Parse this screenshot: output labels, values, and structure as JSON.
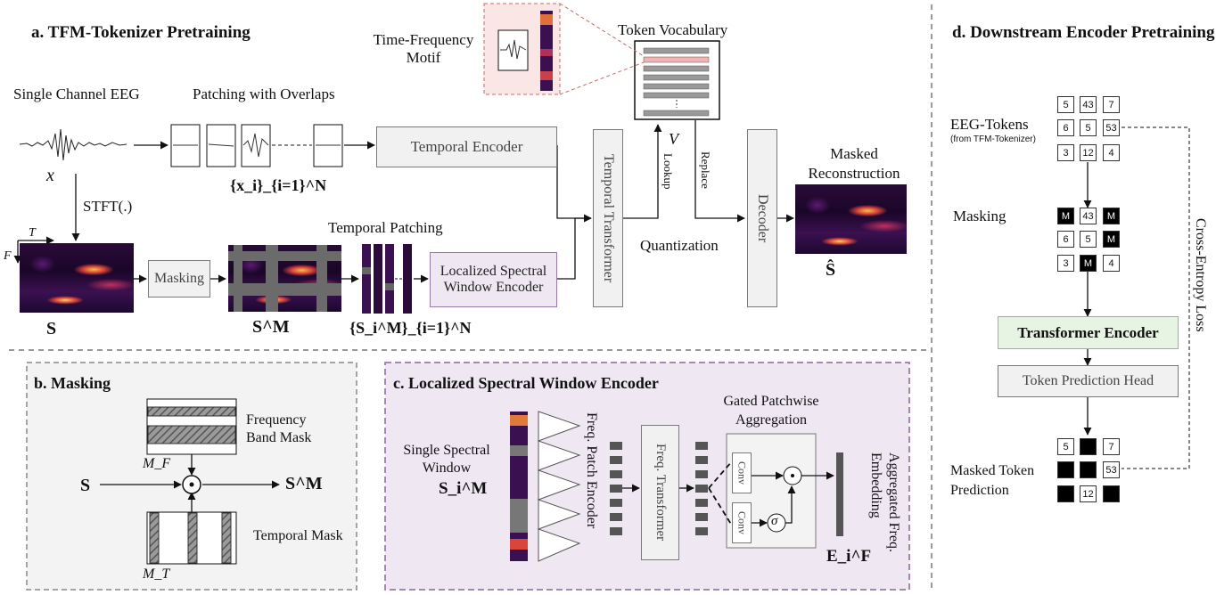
{
  "panel_a": {
    "title": "a. TFM-Tokenizer Pretraining",
    "single_channel_eeg": "Single Channel EEG",
    "patching": "Patching with Overlaps",
    "x_label": "x",
    "xi_label": "{x_i}_{i=1}^N",
    "stft": "STFT(.)",
    "t_axis": "T",
    "f_axis": "F",
    "s_label": "S",
    "masking_box": "Masking",
    "sm_label": "S^M",
    "temporal_patching": "Temporal Patching",
    "smi_label": "{S_i^M}_{i=1}^N",
    "lswe_box": "Localized Spectral Window Encoder",
    "temporal_encoder": "Temporal Encoder",
    "temporal_transformer": "Temporal Transformer",
    "tf_motif": "Time-Frequency Motif",
    "token_vocab": "Token Vocabulary",
    "v_label": "V",
    "lookup": "Lookup",
    "replace": "Replace",
    "quantization": "Quantization",
    "decoder": "Decoder",
    "masked_recon": "Masked Reconstruction",
    "shat_label": "Ŝ"
  },
  "panel_b": {
    "title": "b. Masking",
    "freq_mask": "Frequency Band Mask",
    "mf": "M_F",
    "s": "S",
    "sm": "S^M",
    "temporal_mask": "Temporal Mask",
    "mt": "M_T"
  },
  "panel_c": {
    "title": "c. Localized Spectral Window Encoder",
    "single_window": "Single Spectral Window",
    "smi": "S_i^M",
    "freq_patch_encoder": "Freq. Patch Encoder",
    "freq_transformer": "Freq. Transformer",
    "gated": "Gated Patchwise Aggregation",
    "conv1": "Conv",
    "conv2": "Conv",
    "sigma": "σ",
    "efi": "E_i^F",
    "aggregated": "Aggregated Freq. Embedding"
  },
  "panel_d": {
    "title": "d. Downstream Encoder Pretraining",
    "eeg_tokens": "EEG-Tokens",
    "from_tfm": "(from TFM-Tokenizer)",
    "masking": "Masking",
    "transformer_encoder": "Transformer Encoder",
    "token_head": "Token Prediction Head",
    "masked_token": "Masked Token Prediction",
    "ce_loss": "Cross-Entropy Loss",
    "mask_symbol": "M",
    "tokens": [
      [
        "5",
        "43",
        "7"
      ],
      [
        "6",
        "5",
        "53"
      ],
      [
        "3",
        "12",
        "4"
      ]
    ],
    "masked": [
      [
        "M",
        "43",
        "M"
      ],
      [
        "6",
        "5",
        "M"
      ],
      [
        "3",
        "M",
        "4"
      ]
    ],
    "predicted": [
      [
        "5",
        "",
        "7"
      ],
      [
        "",
        "",
        "53"
      ],
      [
        "",
        "12",
        ""
      ]
    ]
  }
}
